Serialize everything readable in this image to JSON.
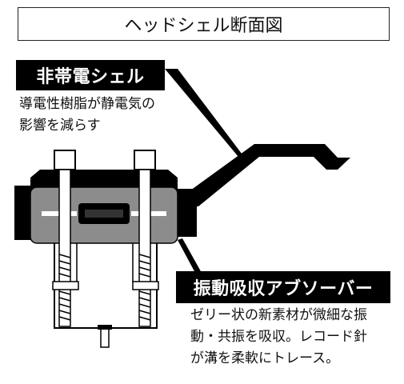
{
  "title": "ヘッドシェル断面図",
  "callouts": [
    {
      "label": "非帯電シェル",
      "description_lines": [
        "導電性樹脂が静電気の",
        "影響を減らす"
      ]
    },
    {
      "label": "振動吸収アブソーバー",
      "description_lines": [
        "ゼリー状の新素材が微細な振",
        "動・共振を吸収。レコード針",
        "が溝を柔軟にトレース。"
      ]
    }
  ]
}
